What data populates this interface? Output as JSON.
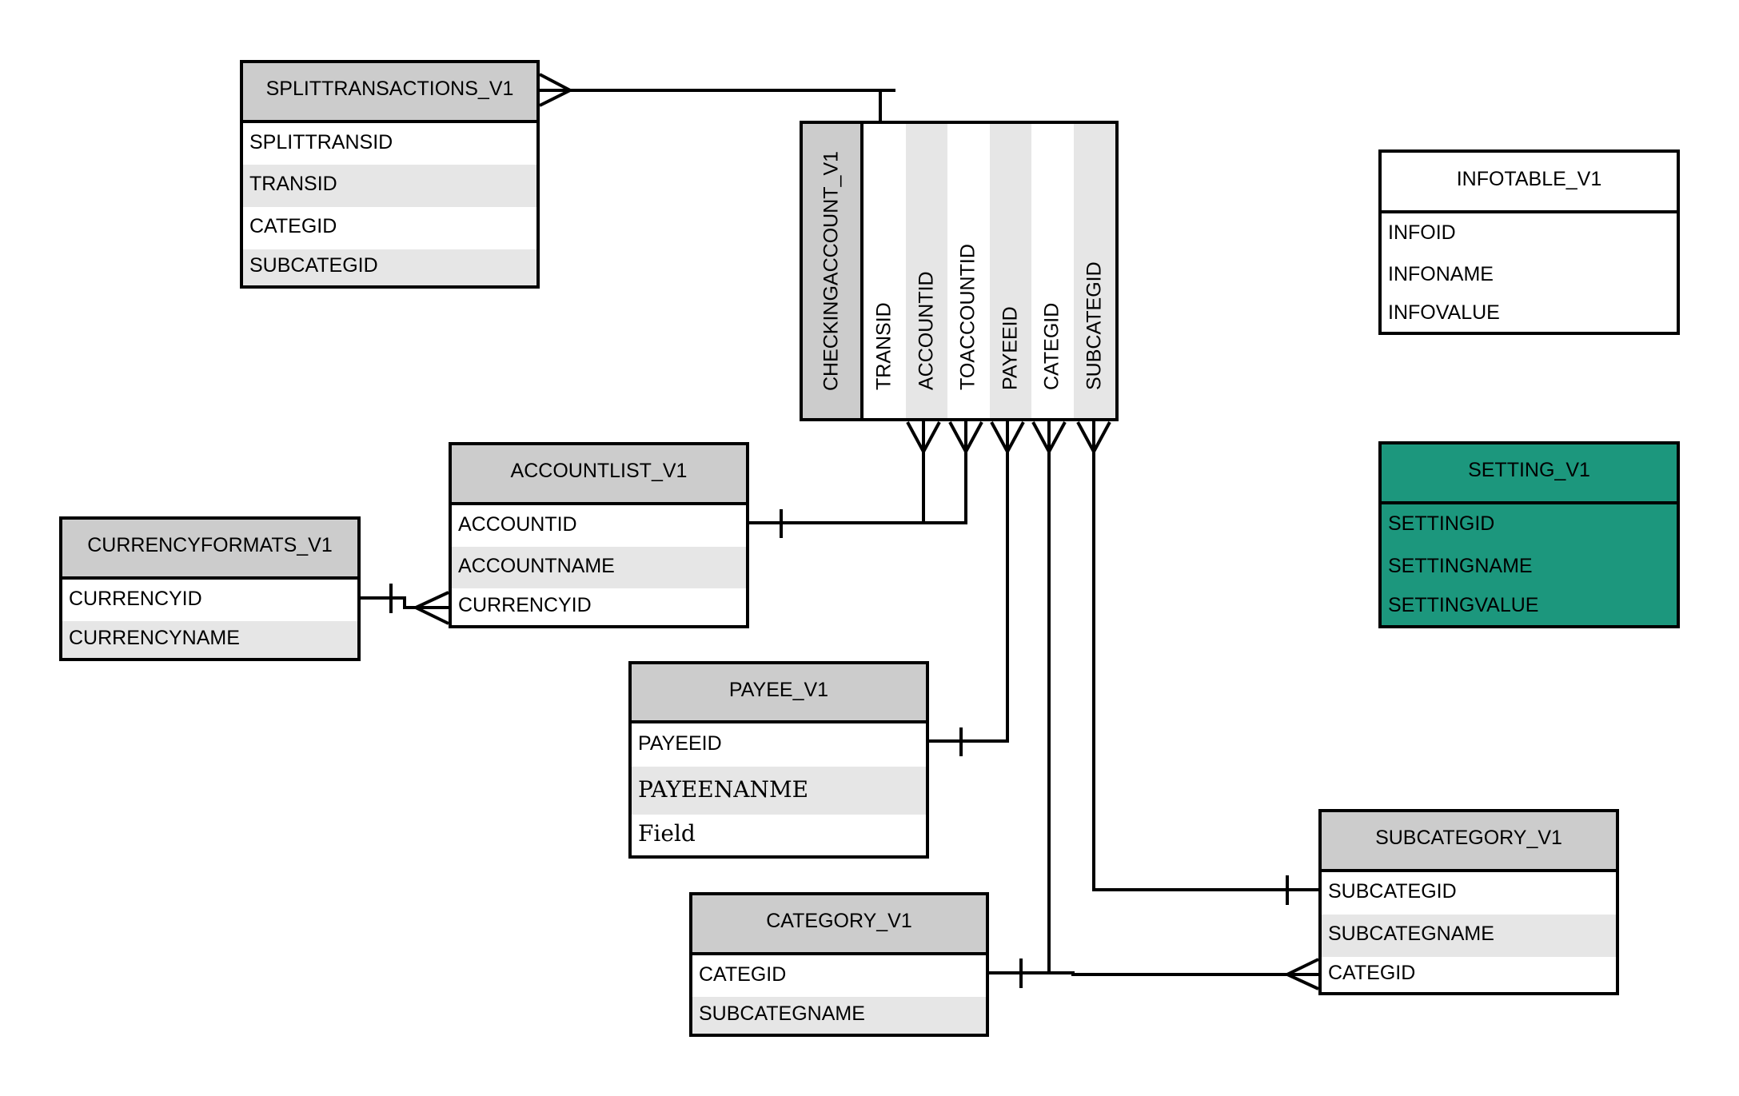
{
  "diagram": {
    "type": "entity-relationship",
    "entities": {
      "splittransactions": {
        "title": "SPLITTRANSACTIONS_V1",
        "fields": [
          "SPLITTRANSID",
          "TRANSID",
          "CATEGID",
          "SUBCATEGID"
        ]
      },
      "checkingaccount": {
        "title": "CHECKINGACCOUNT_V1",
        "fields": [
          "TRANSID",
          "ACCOUNTID",
          "TOACCOUNTID",
          "PAYEEID",
          "CATEGID",
          "SUBCATEGID"
        ]
      },
      "infotable": {
        "title": "INFOTABLE_V1",
        "fields": [
          "INFOID",
          "INFONAME",
          "INFOVALUE"
        ]
      },
      "setting": {
        "title": "SETTING_V1",
        "fields": [
          "SETTINGID",
          "SETTINGNAME",
          "SETTINGVALUE"
        ],
        "fill_color": "#1c977d"
      },
      "accountlist": {
        "title": "ACCOUNTLIST_V1",
        "fields": [
          "ACCOUNTID",
          "ACCOUNTNAME",
          "CURRENCYID"
        ]
      },
      "currencyformats": {
        "title": "CURRENCYFORMATS_V1",
        "fields": [
          "CURRENCYID",
          "CURRENCYNAME"
        ]
      },
      "payee": {
        "title": "PAYEE_V1",
        "fields": [
          "PAYEEID",
          "PAYEENANME",
          "Field"
        ]
      },
      "category": {
        "title": "CATEGORY_V1",
        "fields": [
          "CATEGID",
          "SUBCATEGNAME"
        ]
      },
      "subcategory": {
        "title": "SUBCATEGORY_V1",
        "fields": [
          "SUBCATEGID",
          "SUBCATEGNAME",
          "CATEGID"
        ]
      }
    },
    "relationships": [
      {
        "from": "SPLITTRANSACTIONS_V1",
        "from_card": "many",
        "to": "CHECKINGACCOUNT_V1",
        "to_card": "one"
      },
      {
        "from": "CHECKINGACCOUNT_V1.ACCOUNTID",
        "from_card": "many",
        "to": "ACCOUNTLIST_V1.ACCOUNTID",
        "to_card": "one"
      },
      {
        "from": "CHECKINGACCOUNT_V1.TOACCOUNTID",
        "from_card": "many",
        "to": "ACCOUNTLIST_V1.ACCOUNTID",
        "to_card": "one"
      },
      {
        "from": "CHECKINGACCOUNT_V1.PAYEEID",
        "from_card": "many",
        "to": "PAYEE_V1.PAYEEID",
        "to_card": "one"
      },
      {
        "from": "CHECKINGACCOUNT_V1.CATEGID",
        "from_card": "many",
        "to": "CATEGORY_V1.CATEGID",
        "to_card": "one"
      },
      {
        "from": "CHECKINGACCOUNT_V1.SUBCATEGID",
        "from_card": "many",
        "to": "SUBCATEGORY_V1.SUBCATEGID",
        "to_card": "one"
      },
      {
        "from": "ACCOUNTLIST_V1.CURRENCYID",
        "from_card": "many",
        "to": "CURRENCYFORMATS_V1.CURRENCYID",
        "to_card": "one"
      },
      {
        "from": "SUBCATEGORY_V1.CATEGID",
        "from_card": "many",
        "to": "CATEGORY_V1.CATEGID",
        "to_card": "one"
      }
    ]
  }
}
